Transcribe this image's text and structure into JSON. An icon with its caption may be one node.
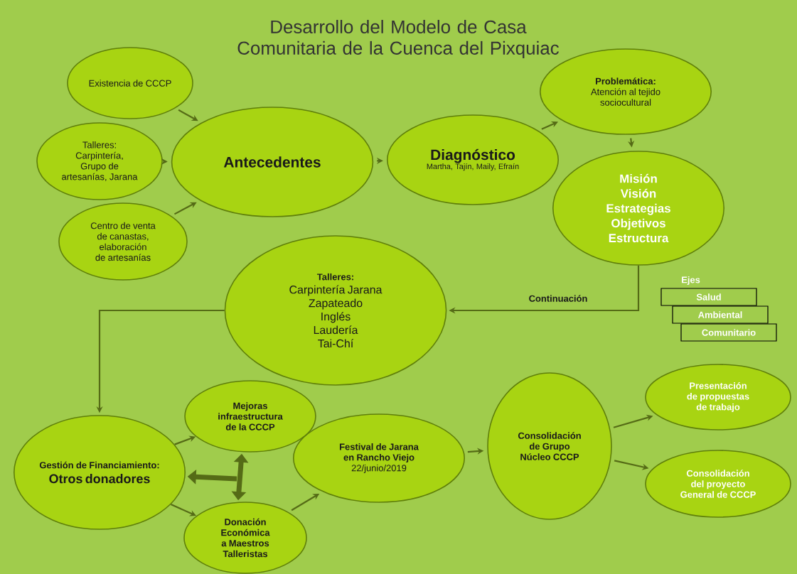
{
  "diagram": {
    "title": "Desarrollo del Modelo de Casa Comunitaria de la Cuenca del Pixquiac",
    "nodes": [
      {
        "text": [
          "Existencia de CCCP"
        ]
      },
      {
        "text": [
          "Talleres: Carpintería, Grupo de artesanías, Jarana"
        ]
      },
      {
        "text": [
          "Centro de venta de canastas, elaboración de artesanías"
        ]
      },
      {
        "text": [
          "Antecedentes"
        ]
      },
      {
        "text": [
          "Diagnóstico",
          "Martha, Tajín, Maily, Efraín"
        ]
      },
      {
        "text": [
          "Problemática:",
          "Atención al tejido sociocultural"
        ]
      },
      {
        "text": [
          "Misión",
          "Visión",
          "Estrategias",
          "Objetivos",
          "Estructura"
        ]
      },
      {
        "text": [
          "Talleres:",
          "Carpintería Jarana",
          "Zapateado",
          "Inglés",
          "Laudería",
          "Tai-Chí"
        ]
      },
      {
        "text": [
          "Gestión de Financiamiento:",
          "Otros donadores"
        ]
      },
      {
        "text": [
          "Mejoras infraestructura de la CCCP"
        ]
      },
      {
        "text": [
          "Donación Económica a Maestros Talleristas"
        ]
      },
      {
        "text": [
          "Festival de Jarana en Rancho Viejo",
          "22/junio/2019"
        ]
      },
      {
        "text": [
          "Consolidación de Grupo Núcleo CCCP"
        ]
      },
      {
        "text": [
          "Presentación de propuestas de trabajo"
        ]
      },
      {
        "text": [
          "Consolidación del proyecto General de CCCP"
        ]
      },
      {
        "text": [
          "Salud"
        ]
      },
      {
        "text": [
          "Ambiental"
        ]
      },
      {
        "text": [
          "Comunitario"
        ]
      }
    ],
    "edges": [
      {
        "from": 0,
        "to": 3,
        "arrow": "to"
      },
      {
        "from": 1,
        "to": 3,
        "arrow": "to"
      },
      {
        "from": 2,
        "to": 3,
        "arrow": "to"
      },
      {
        "from": 3,
        "to": 4,
        "arrow": "to"
      },
      {
        "from": 4,
        "to": 5,
        "arrow": "to"
      },
      {
        "from": 5,
        "to": 6,
        "arrow": "to"
      },
      {
        "from": 6,
        "to": 7,
        "arrow": "to",
        "label": "Continuación"
      },
      {
        "from": 7,
        "to": 8,
        "arrow": "to"
      },
      {
        "from": 8,
        "to": 9,
        "arrow": "to"
      },
      {
        "from": 8,
        "to": 10,
        "arrow": "to"
      },
      {
        "from": 9,
        "to": 10,
        "arrow": "both",
        "style": "thick"
      },
      {
        "from": null,
        "to": 8,
        "arrow": "to",
        "style": "thick"
      },
      {
        "from": 10,
        "to": 11,
        "arrow": "to"
      },
      {
        "from": 11,
        "to": 12,
        "arrow": "to"
      },
      {
        "from": 12,
        "to": 13,
        "arrow": "to"
      },
      {
        "from": 12,
        "to": 14,
        "arrow": "to"
      }
    ],
    "labels": [
      "Ejes"
    ]
  }
}
